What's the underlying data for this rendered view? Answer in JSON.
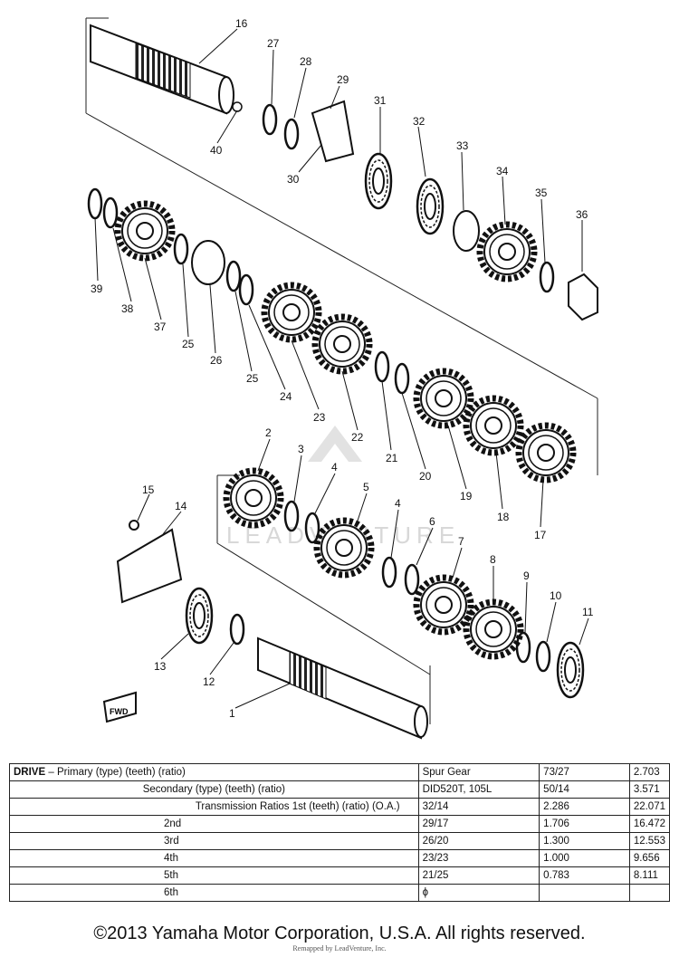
{
  "diagram": {
    "watermark_text": "LEADVENTURE",
    "direction_marker": "FWD",
    "callouts": [
      "16",
      "27",
      "28",
      "29",
      "31",
      "32",
      "33",
      "34",
      "35",
      "36",
      "40",
      "30",
      "39",
      "38",
      "37",
      "25",
      "26",
      "25",
      "24",
      "23",
      "22",
      "21",
      "20",
      "19",
      "18",
      "17",
      "2",
      "3",
      "4",
      "5",
      "4",
      "6",
      "7",
      "8",
      "9",
      "10",
      "11",
      "15",
      "14",
      "13",
      "12",
      "1"
    ]
  },
  "spec_table": {
    "rows": [
      {
        "label_bold": "DRIVE",
        "label": " – Primary (type) (teeth) (ratio)",
        "col2": "Spur Gear",
        "col3": "73/27",
        "col4": "2.703"
      },
      {
        "label_bold": "",
        "label": "Secondary (type) (teeth) (ratio)",
        "col2": "DID520T, 105L",
        "col3": "50/14",
        "col4": "3.571"
      },
      {
        "label_bold": "",
        "label": "Transmission Ratios 1st (teeth) (ratio) (O.A.)",
        "col2": "32/14",
        "col3": "2.286",
        "col4": "22.071"
      },
      {
        "label_bold": "",
        "label": "2nd",
        "col2": "29/17",
        "col3": "1.706",
        "col4": "16.472"
      },
      {
        "label_bold": "",
        "label": "3rd",
        "col2": "26/20",
        "col3": "1.300",
        "col4": "12.553"
      },
      {
        "label_bold": "",
        "label": "4th",
        "col2": "23/23",
        "col3": "1.000",
        "col4": "9.656"
      },
      {
        "label_bold": "",
        "label": "5th",
        "col2": "21/25",
        "col3": "0.783",
        "col4": "8.111"
      },
      {
        "label_bold": "",
        "label": "6th",
        "col2": "ϕ",
        "col3": "",
        "col4": ""
      }
    ]
  },
  "footer": {
    "copyright": "©2013 Yamaha Motor Corporation, U.S.A. All rights reserved.",
    "restamp": "Remapped by LeadVenture, Inc."
  }
}
